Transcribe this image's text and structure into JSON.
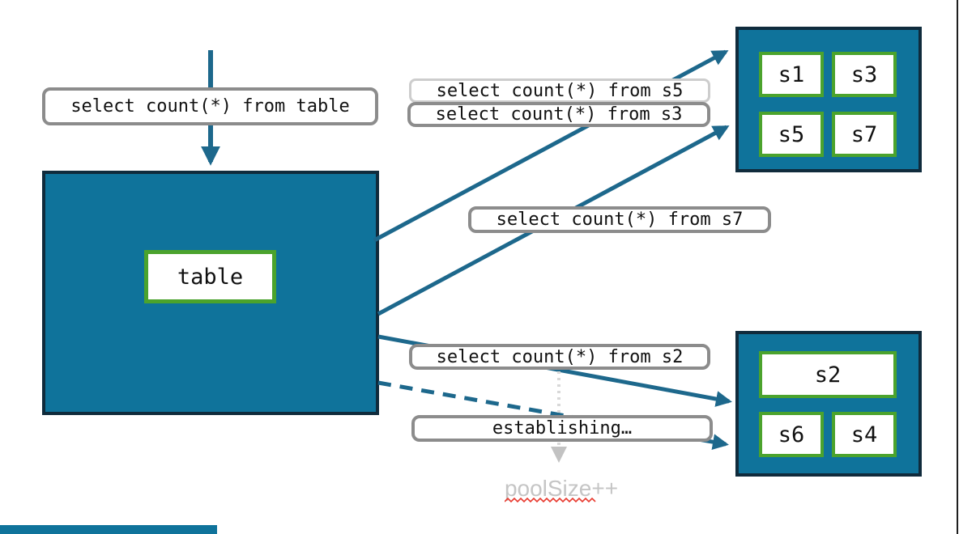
{
  "labels": {
    "query_table": "select count(*) from table",
    "query_s5": "select count(*) from s5",
    "query_s3": "select count(*) from s3",
    "query_s7": "select count(*) from s7",
    "query_s2": "select count(*) from s2",
    "establishing": "establishing…",
    "pool_size": "poolSize++"
  },
  "table_box": {
    "label": "table"
  },
  "shard_box_top": {
    "shards": [
      "s1",
      "s3",
      "s5",
      "s7"
    ]
  },
  "shard_box_bottom": {
    "shards": [
      "s2",
      "s6",
      "s4"
    ]
  },
  "colors": {
    "teal": "#0f739b",
    "navy": "#102b3c",
    "green": "#4ba32d",
    "arrow": "#1d688c",
    "label_border": "#8c8c8c",
    "label_border_light": "#cdcdcd",
    "gray_text": "#c5c5c5",
    "gray_arrow": "#c2c2c2",
    "gray_arrow_line": "#d8d8d8",
    "squiggle": "#e8392e",
    "edge_line": "#1f1f1f"
  }
}
